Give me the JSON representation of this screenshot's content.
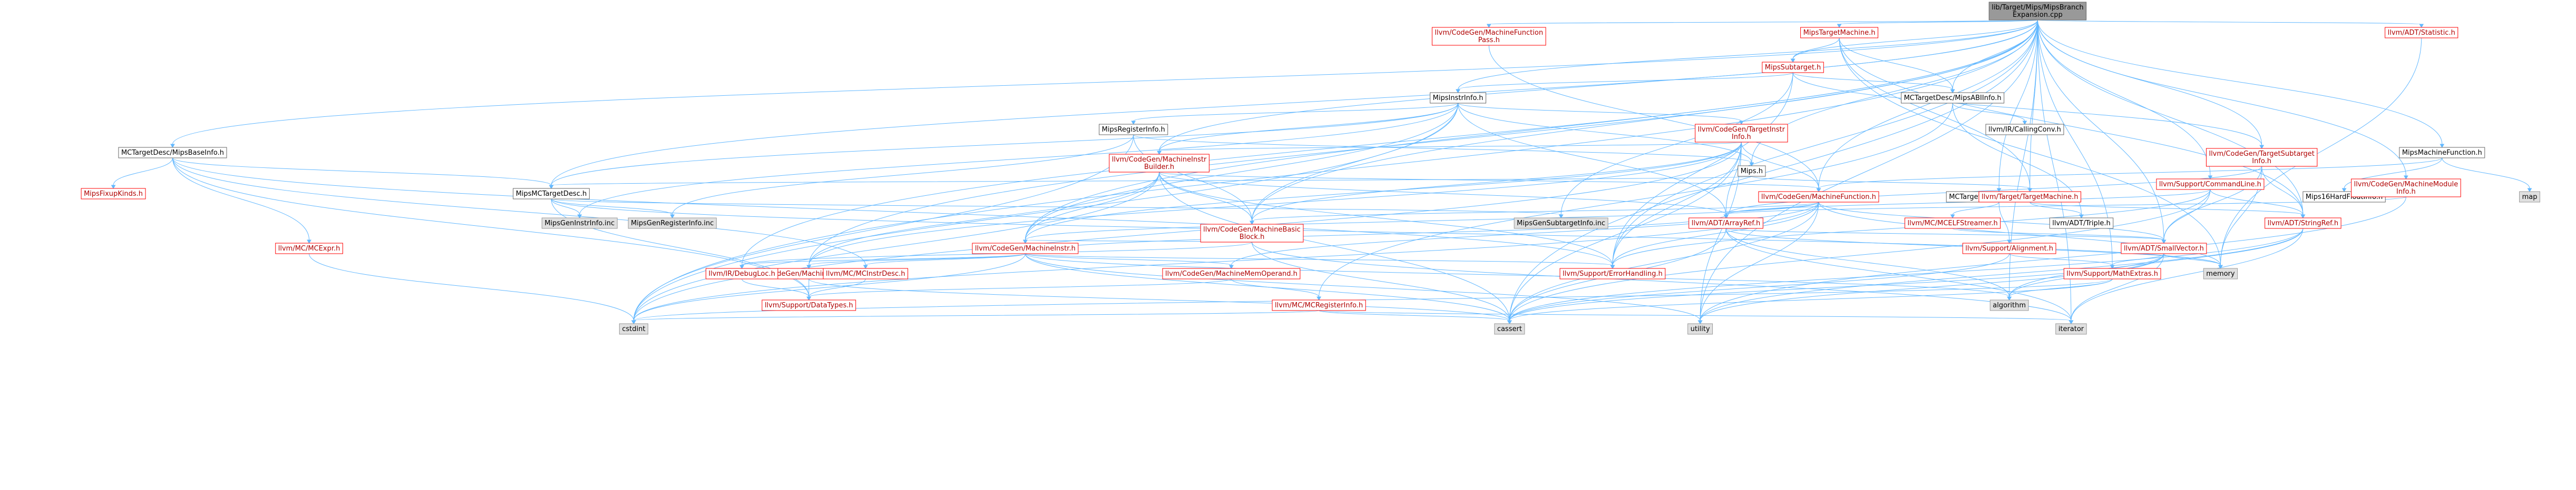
{
  "colors": {
    "root_fill": "#999999",
    "node_fill": "#ffffff",
    "node_stroke": "#666666",
    "missing_stroke": "#ff0000",
    "system_fill": "#e0e0e0",
    "system_stroke": "#999999",
    "edge": "#63b8ff"
  },
  "root": [
    "lib/Target/Mips/MipsBranch",
    "Expansion.cpp"
  ],
  "nodes": [
    {
      "id": "MCTargetDesc/MipsABIInfo.h",
      "kind": "normal"
    },
    {
      "id": "MCTargetDesc/MipsBaseInfo.h",
      "kind": "normal"
    },
    {
      "id": "MCTargetDesc/MipsMCNaCl.h",
      "kind": "normal"
    },
    {
      "id": "Mips.h",
      "kind": "normal"
    },
    {
      "id": "MipsInstrInfo.h",
      "kind": "normal"
    },
    {
      "id": "MipsMachineFunction.h",
      "kind": "normal"
    },
    {
      "id": "MipsSubtarget.h",
      "kind": "missing"
    },
    {
      "id": "MipsTargetMachine.h",
      "kind": "missing"
    },
    {
      "id": "MipsRegisterInfo.h",
      "kind": "normal"
    },
    {
      "id": "MCTargetDesc/MipsMCTargetDesc.h",
      "label": "MipsMCTargetDesc.h",
      "kind": "normal"
    },
    {
      "id": "MipsFixupKinds.h",
      "kind": "missing"
    },
    {
      "id": "MipsGenInstrInfo.inc",
      "kind": "system"
    },
    {
      "id": "MipsGenRegisterInfo.inc",
      "kind": "system"
    },
    {
      "id": "MipsGenSubtargetInfo.inc",
      "kind": "system"
    },
    {
      "id": "Mips16HardFloatInfo.h",
      "kind": "normal"
    },
    {
      "id": "map",
      "kind": "system"
    },
    {
      "id": "llvm/ADT/SmallVector.h",
      "kind": "missing"
    },
    {
      "id": "llvm/ADT/Statistic.h",
      "kind": "missing"
    },
    {
      "id": "llvm/ADT/StringRef.h",
      "kind": "missing"
    },
    {
      "id": "llvm/ADT/ArrayRef.h",
      "kind": "missing"
    },
    {
      "id": "llvm/ADT/Triple.h",
      "kind": "normal"
    },
    {
      "id": "llvm/CodeGen/MachineBasicBlock.h",
      "label": [
        "llvm/CodeGen/MachineBasic",
        "Block.h"
      ],
      "kind": "missing"
    },
    {
      "id": "llvm/CodeGen/MachineFunction.h",
      "kind": "missing"
    },
    {
      "id": "llvm/CodeGen/MachineFunctionPass.h",
      "label": [
        "llvm/CodeGen/MachineFunction",
        "Pass.h"
      ],
      "kind": "missing"
    },
    {
      "id": "llvm/CodeGen/MachineInstr.h",
      "kind": "missing"
    },
    {
      "id": "llvm/CodeGen/MachineInstrBuilder.h",
      "label": [
        "llvm/CodeGen/MachineInstr",
        "Builder.h"
      ],
      "kind": "missing"
    },
    {
      "id": "llvm/CodeGen/MachineModuleInfo.h",
      "label": [
        "llvm/CodeGen/MachineModule",
        "Info.h"
      ],
      "kind": "missing"
    },
    {
      "id": "llvm/CodeGen/MachineOperand.h",
      "kind": "missing"
    },
    {
      "id": "llvm/CodeGen/MachineMemOperand.h",
      "kind": "missing"
    },
    {
      "id": "llvm/CodeGen/TargetInstrInfo.h",
      "label": [
        "llvm/CodeGen/TargetInstr",
        "Info.h"
      ],
      "kind": "missing"
    },
    {
      "id": "llvm/CodeGen/TargetSubtargetInfo.h",
      "label": [
        "llvm/CodeGen/TargetSubtarget",
        "Info.h"
      ],
      "kind": "missing"
    },
    {
      "id": "llvm/IR/DebugLoc.h",
      "kind": "missing"
    },
    {
      "id": "llvm/MC/MCInstrDesc.h",
      "kind": "missing"
    },
    {
      "id": "llvm/MC/MCRegisterInfo.h",
      "kind": "missing"
    },
    {
      "id": "llvm/MC/MCELFStreamer.h",
      "kind": "missing"
    },
    {
      "id": "llvm/MC/MCExpr.h",
      "kind": "missing"
    },
    {
      "id": "llvm/IR/CallingConv.h",
      "kind": "normal"
    },
    {
      "id": "llvm/Support/Alignment.h",
      "kind": "missing"
    },
    {
      "id": "llvm/Support/CommandLine.h",
      "kind": "missing"
    },
    {
      "id": "llvm/Support/DataTypes.h",
      "kind": "missing"
    },
    {
      "id": "llvm/Support/ErrorHandling.h",
      "kind": "missing"
    },
    {
      "id": "llvm/Support/MathExtras.h",
      "kind": "missing"
    },
    {
      "id": "llvm/Target/TargetMachine.h",
      "kind": "missing"
    },
    {
      "id": "algorithm",
      "kind": "system"
    },
    {
      "id": "cassert",
      "kind": "system"
    },
    {
      "id": "cstdint",
      "kind": "system"
    },
    {
      "id": "iterator",
      "kind": "system"
    },
    {
      "id": "memory",
      "kind": "system"
    },
    {
      "id": "utility",
      "kind": "system"
    }
  ],
  "edges": [
    [
      "root",
      "MCTargetDesc/MipsABIInfo.h"
    ],
    [
      "root",
      "MCTargetDesc/MipsBaseInfo.h"
    ],
    [
      "root",
      "MCTargetDesc/MipsMCNaCl.h"
    ],
    [
      "root",
      "MCTargetDesc/MipsMCTargetDesc.h"
    ],
    [
      "root",
      "Mips.h"
    ],
    [
      "root",
      "MipsInstrInfo.h"
    ],
    [
      "root",
      "MipsMachineFunction.h"
    ],
    [
      "root",
      "MipsSubtarget.h"
    ],
    [
      "root",
      "MipsTargetMachine.h"
    ],
    [
      "root",
      "llvm/ADT/SmallVector.h"
    ],
    [
      "root",
      "llvm/ADT/Statistic.h"
    ],
    [
      "root",
      "llvm/ADT/StringRef.h"
    ],
    [
      "root",
      "llvm/CodeGen/MachineBasicBlock.h"
    ],
    [
      "root",
      "llvm/CodeGen/MachineFunction.h"
    ],
    [
      "root",
      "llvm/CodeGen/MachineFunctionPass.h"
    ],
    [
      "root",
      "llvm/CodeGen/MachineInstr.h"
    ],
    [
      "root",
      "llvm/CodeGen/MachineInstrBuilder.h"
    ],
    [
      "root",
      "llvm/CodeGen/MachineModuleInfo.h"
    ],
    [
      "root",
      "llvm/CodeGen/MachineOperand.h"
    ],
    [
      "root",
      "llvm/CodeGen/TargetSubtargetInfo.h"
    ],
    [
      "root",
      "llvm/IR/DebugLoc.h"
    ],
    [
      "root",
      "llvm/Support/CommandLine.h"
    ],
    [
      "root",
      "llvm/Support/ErrorHandling.h"
    ],
    [
      "root",
      "llvm/Support/MathExtras.h"
    ],
    [
      "root",
      "llvm/Target/TargetMachine.h"
    ],
    [
      "root",
      "algorithm"
    ],
    [
      "root",
      "cassert"
    ],
    [
      "root",
      "cstdint"
    ],
    [
      "root",
      "iterator"
    ],
    [
      "root",
      "utility"
    ],
    [
      "MipsTargetMachine.h",
      "MCTargetDesc/MipsABIInfo.h"
    ],
    [
      "MipsTargetMachine.h",
      "MipsSubtarget.h"
    ],
    [
      "MipsTargetMachine.h",
      "llvm/ADT/StringRef.h"
    ],
    [
      "MipsTargetMachine.h",
      "llvm/Target/TargetMachine.h"
    ],
    [
      "MipsTargetMachine.h",
      "memory"
    ],
    [
      "MipsSubtarget.h",
      "MCTargetDesc/MipsABIInfo.h"
    ],
    [
      "MipsSubtarget.h",
      "MipsInstrInfo.h"
    ],
    [
      "MipsSubtarget.h",
      "llvm/CodeGen/TargetSubtargetInfo.h"
    ],
    [
      "MipsSubtarget.h",
      "MipsGenSubtargetInfo.inc"
    ],
    [
      "MipsSubtarget.h",
      "llvm/Support/ErrorHandling.h"
    ],
    [
      "MCTargetDesc/MipsABIInfo.h",
      "llvm/IR/CallingConv.h"
    ],
    [
      "MCTargetDesc/MipsABIInfo.h",
      "llvm/ADT/Triple.h"
    ],
    [
      "MCTargetDesc/MipsABIInfo.h",
      "llvm/MC/MCRegisterInfo.h"
    ],
    [
      "MipsInstrInfo.h",
      "MCTargetDesc/MipsMCTargetDesc.h"
    ],
    [
      "MipsInstrInfo.h",
      "Mips.h"
    ],
    [
      "MipsInstrInfo.h",
      "MipsRegisterInfo.h"
    ],
    [
      "MipsInstrInfo.h",
      "llvm/ADT/ArrayRef.h"
    ],
    [
      "MipsInstrInfo.h",
      "llvm/CodeGen/MachineBasicBlock.h"
    ],
    [
      "MipsInstrInfo.h",
      "llvm/CodeGen/MachineInstr.h"
    ],
    [
      "MipsInstrInfo.h",
      "llvm/CodeGen/MachineInstrBuilder.h"
    ],
    [
      "MipsInstrInfo.h",
      "llvm/CodeGen/TargetInstrInfo.h"
    ],
    [
      "MipsInstrInfo.h",
      "MipsGenInstrInfo.inc"
    ],
    [
      "MipsInstrInfo.h",
      "cstdint"
    ],
    [
      "MipsRegisterInfo.h",
      "Mips.h"
    ],
    [
      "MipsRegisterInfo.h",
      "llvm/CodeGen/MachineBasicBlock.h"
    ],
    [
      "MipsRegisterInfo.h",
      "MipsGenRegisterInfo.inc"
    ],
    [
      "MipsRegisterInfo.h",
      "cstdint"
    ],
    [
      "Mips.h",
      "MCTargetDesc/MipsMCTargetDesc.h"
    ],
    [
      "Mips.h",
      "llvm/Target/TargetMachine.h"
    ],
    [
      "MCTargetDesc/MipsMCTargetDesc.h",
      "MipsGenRegisterInfo.inc"
    ],
    [
      "MCTargetDesc/MipsMCTargetDesc.h",
      "MipsGenInstrInfo.inc"
    ],
    [
      "MCTargetDesc/MipsMCTargetDesc.h",
      "MipsGenSubtargetInfo.inc"
    ],
    [
      "MCTargetDesc/MipsMCTargetDesc.h",
      "llvm/Support/DataTypes.h"
    ],
    [
      "MCTargetDesc/MipsMCTargetDesc.h",
      "memory"
    ],
    [
      "MCTargetDesc/MipsBaseInfo.h",
      "MipsFixupKinds.h"
    ],
    [
      "MCTargetDesc/MipsBaseInfo.h",
      "MCTargetDesc/MipsMCTargetDesc.h"
    ],
    [
      "MCTargetDesc/MipsBaseInfo.h",
      "llvm/MC/MCExpr.h"
    ],
    [
      "MCTargetDesc/MipsBaseInfo.h",
      "llvm/Support/DataTypes.h"
    ],
    [
      "MCTargetDesc/MipsBaseInfo.h",
      "llvm/Support/ErrorHandling.h"
    ],
    [
      "MCTargetDesc/MipsBaseInfo.h",
      "llvm/MC/MCInstrDesc.h"
    ],
    [
      "MCTargetDesc/MipsMCNaCl.h",
      "llvm/Support/Alignment.h"
    ],
    [
      "MCTargetDesc/MipsMCNaCl.h",
      "llvm/MC/MCELFStreamer.h"
    ],
    [
      "MipsMachineFunction.h",
      "Mips16HardFloatInfo.h"
    ],
    [
      "MipsMachineFunction.h",
      "llvm/CodeGen/MachineFunction.h"
    ],
    [
      "MipsMachineFunction.h",
      "map"
    ],
    [
      "llvm/CodeGen/TargetInstrInfo.h",
      "llvm/ADT/ArrayRef.h"
    ],
    [
      "llvm/CodeGen/TargetInstrInfo.h",
      "llvm/CodeGen/MachineBasicBlock.h"
    ],
    [
      "llvm/CodeGen/TargetInstrInfo.h",
      "llvm/CodeGen/MachineFunction.h"
    ],
    [
      "llvm/CodeGen/TargetInstrInfo.h",
      "llvm/CodeGen/MachineInstr.h"
    ],
    [
      "llvm/CodeGen/TargetInstrInfo.h",
      "llvm/CodeGen/MachineInstrBuilder.h"
    ],
    [
      "llvm/CodeGen/TargetInstrInfo.h",
      "llvm/CodeGen/MachineOperand.h"
    ],
    [
      "llvm/CodeGen/TargetInstrInfo.h",
      "llvm/Support/ErrorHandling.h"
    ],
    [
      "llvm/CodeGen/TargetInstrInfo.h",
      "cassert"
    ],
    [
      "llvm/CodeGen/TargetInstrInfo.h",
      "cstdint"
    ],
    [
      "llvm/CodeGen/TargetInstrInfo.h",
      "utility"
    ],
    [
      "llvm/CodeGen/MachineInstrBuilder.h",
      "llvm/ADT/ArrayRef.h"
    ],
    [
      "llvm/CodeGen/MachineInstrBuilder.h",
      "llvm/CodeGen/MachineBasicBlock.h"
    ],
    [
      "llvm/CodeGen/MachineInstrBuilder.h",
      "llvm/CodeGen/MachineFunction.h"
    ],
    [
      "llvm/CodeGen/MachineInstrBuilder.h",
      "llvm/CodeGen/MachineInstr.h"
    ],
    [
      "llvm/CodeGen/MachineInstrBuilder.h",
      "llvm/CodeGen/MachineOperand.h"
    ],
    [
      "llvm/CodeGen/MachineInstrBuilder.h",
      "llvm/Support/ErrorHandling.h"
    ],
    [
      "llvm/CodeGen/MachineInstrBuilder.h",
      "cassert"
    ],
    [
      "llvm/CodeGen/MachineInstrBuilder.h",
      "cstdint"
    ],
    [
      "llvm/CodeGen/MachineFunction.h",
      "llvm/ADT/ArrayRef.h"
    ],
    [
      "llvm/CodeGen/MachineFunction.h",
      "llvm/ADT/SmallVector.h"
    ],
    [
      "llvm/CodeGen/MachineFunction.h",
      "llvm/CodeGen/MachineBasicBlock.h"
    ],
    [
      "llvm/CodeGen/MachineFunction.h",
      "llvm/CodeGen/MachineInstr.h"
    ],
    [
      "llvm/CodeGen/MachineFunction.h",
      "llvm/CodeGen/MachineMemOperand.h"
    ],
    [
      "llvm/CodeGen/MachineFunction.h",
      "llvm/Support/ErrorHandling.h"
    ],
    [
      "llvm/CodeGen/MachineFunction.h",
      "cassert"
    ],
    [
      "llvm/CodeGen/MachineFunction.h",
      "cstdint"
    ],
    [
      "llvm/CodeGen/MachineFunction.h",
      "memory"
    ],
    [
      "llvm/CodeGen/MachineFunction.h",
      "utility"
    ],
    [
      "llvm/CodeGen/MachineBasicBlock.h",
      "llvm/CodeGen/MachineInstr.h"
    ],
    [
      "llvm/CodeGen/MachineBasicBlock.h",
      "llvm/IR/DebugLoc.h"
    ],
    [
      "llvm/CodeGen/MachineBasicBlock.h",
      "cassert"
    ],
    [
      "llvm/CodeGen/MachineBasicBlock.h",
      "iterator"
    ],
    [
      "llvm/CodeGen/MachineInstr.h",
      "llvm/ADT/ArrayRef.h"
    ],
    [
      "llvm/CodeGen/MachineInstr.h",
      "llvm/CodeGen/MachineMemOperand.h"
    ],
    [
      "llvm/CodeGen/MachineInstr.h",
      "llvm/CodeGen/MachineOperand.h"
    ],
    [
      "llvm/CodeGen/MachineInstr.h",
      "llvm/IR/DebugLoc.h"
    ],
    [
      "llvm/CodeGen/MachineInstr.h",
      "llvm/MC/MCInstrDesc.h"
    ],
    [
      "llvm/CodeGen/MachineInstr.h",
      "llvm/Support/ErrorHandling.h"
    ],
    [
      "llvm/CodeGen/MachineInstr.h",
      "algorithm"
    ],
    [
      "llvm/CodeGen/MachineInstr.h",
      "cassert"
    ],
    [
      "llvm/CodeGen/MachineInstr.h",
      "cstdint"
    ],
    [
      "llvm/CodeGen/MachineInstr.h",
      "utility"
    ],
    [
      "llvm/CodeGen/MachineOperand.h",
      "llvm/Support/DataTypes.h"
    ],
    [
      "llvm/CodeGen/MachineOperand.h",
      "cassert"
    ],
    [
      "llvm/CodeGen/MachineMemOperand.h",
      "llvm/Support/DataTypes.h"
    ],
    [
      "llvm/CodeGen/MachineMemOperand.h",
      "llvm/MC/MCRegisterInfo.h"
    ],
    [
      "llvm/CodeGen/TargetSubtargetInfo.h",
      "llvm/ADT/ArrayRef.h"
    ],
    [
      "llvm/CodeGen/TargetSubtargetInfo.h",
      "llvm/ADT/SmallVector.h"
    ],
    [
      "llvm/CodeGen/TargetSubtargetInfo.h",
      "llvm/ADT/StringRef.h"
    ],
    [
      "llvm/CodeGen/TargetSubtargetInfo.h",
      "memory"
    ],
    [
      "llvm/CodeGen/MachineFunctionPass.h",
      "llvm/CodeGen/MachineFunction.h"
    ],
    [
      "llvm/CodeGen/MachineModuleInfo.h",
      "llvm/ADT/ArrayRef.h"
    ],
    [
      "llvm/CodeGen/MachineModuleInfo.h",
      "utility"
    ],
    [
      "llvm/Target/TargetMachine.h",
      "llvm/ADT/StringRef.h"
    ],
    [
      "llvm/Target/TargetMachine.h",
      "llvm/ADT/Triple.h"
    ],
    [
      "llvm/Support/CommandLine.h",
      "llvm/ADT/ArrayRef.h"
    ],
    [
      "llvm/Support/CommandLine.h",
      "llvm/ADT/SmallVector.h"
    ],
    [
      "llvm/Support/CommandLine.h",
      "llvm/ADT/StringRef.h"
    ],
    [
      "llvm/Support/CommandLine.h",
      "llvm/Support/ErrorHandling.h"
    ],
    [
      "llvm/Support/CommandLine.h",
      "cassert"
    ],
    [
      "llvm/ADT/ArrayRef.h",
      "llvm/ADT/SmallVector.h"
    ],
    [
      "llvm/ADT/ArrayRef.h",
      "algorithm"
    ],
    [
      "llvm/ADT/ArrayRef.h",
      "cassert"
    ],
    [
      "llvm/ADT/ArrayRef.h",
      "iterator"
    ],
    [
      "llvm/ADT/ArrayRef.h",
      "memory"
    ],
    [
      "llvm/ADT/SmallVector.h",
      "llvm/Support/MathExtras.h"
    ],
    [
      "llvm/ADT/SmallVector.h",
      "algorithm"
    ],
    [
      "llvm/ADT/SmallVector.h",
      "cassert"
    ],
    [
      "llvm/ADT/SmallVector.h",
      "iterator"
    ],
    [
      "llvm/ADT/SmallVector.h",
      "memory"
    ],
    [
      "llvm/ADT/SmallVector.h",
      "utility"
    ],
    [
      "llvm/ADT/StringRef.h",
      "algorithm"
    ],
    [
      "llvm/ADT/StringRef.h",
      "cassert"
    ],
    [
      "llvm/ADT/StringRef.h",
      "iterator"
    ],
    [
      "llvm/ADT/StringRef.h",
      "utility"
    ],
    [
      "llvm/ADT/Statistic.h",
      "memory"
    ],
    [
      "llvm/MC/MCELFStreamer.h",
      "llvm/ADT/SmallVector.h"
    ],
    [
      "llvm/MC/MCExpr.h",
      "cstdint"
    ],
    [
      "llvm/MC/MCInstrDesc.h",
      "llvm/Support/DataTypes.h"
    ],
    [
      "llvm/MC/MCRegisterInfo.h",
      "cassert"
    ],
    [
      "llvm/MC/MCRegisterInfo.h",
      "cstdint"
    ],
    [
      "llvm/MC/MCRegisterInfo.h",
      "iterator"
    ],
    [
      "llvm/IR/DebugLoc.h",
      "llvm/Support/DataTypes.h"
    ],
    [
      "llvm/Support/Alignment.h",
      "llvm/Support/MathExtras.h"
    ],
    [
      "llvm/Support/Alignment.h",
      "cassert"
    ],
    [
      "llvm/Support/MathExtras.h",
      "algorithm"
    ],
    [
      "llvm/Support/MathExtras.h",
      "cassert"
    ],
    [
      "llvm/Support/MathExtras.h",
      "cstdint"
    ]
  ]
}
